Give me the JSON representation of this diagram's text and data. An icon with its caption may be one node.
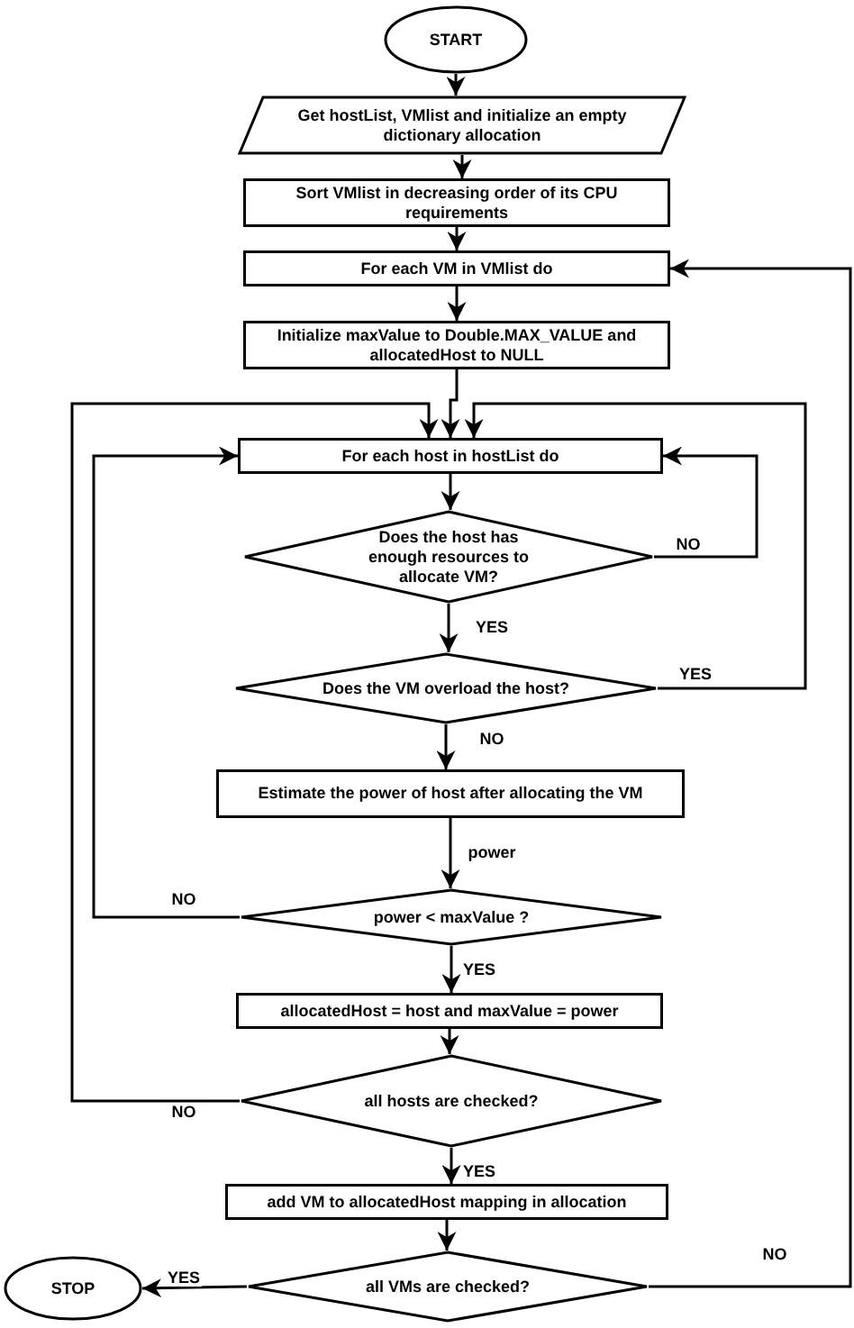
{
  "diagram": {
    "nodes": [
      {
        "text": [
          "START"
        ]
      },
      {
        "text": [
          "Get hostList, VMlist and initialize an empty dictionary allocation"
        ]
      },
      {
        "text": [
          "Sort VMlist in decreasing order of its CPU requirements"
        ]
      },
      {
        "text": [
          "For each VM in VMlist do"
        ]
      },
      {
        "text": [
          "Initialize maxValue to Double.MAX_VALUE and allocatedHost to NULL"
        ]
      },
      {
        "text": [
          "For each host in hostList do"
        ]
      },
      {
        "text": [
          "Does the host has enough resources to allocate VM?"
        ]
      },
      {
        "text": [
          "Does the VM overload the host?"
        ]
      },
      {
        "text": [
          "Estimate the power of host after allocating the VM"
        ]
      },
      {
        "text": [
          "power < maxValue ?"
        ]
      },
      {
        "text": [
          "allocatedHost = host and  maxValue = power"
        ]
      },
      {
        "text": [
          "all hosts are checked?"
        ]
      },
      {
        "text": [
          "add VM to allocatedHost mapping in allocation"
        ]
      },
      {
        "text": [
          "all VMs are checked?"
        ]
      },
      {
        "text": [
          "STOP"
        ]
      }
    ],
    "edges": [
      {
        "from": 0,
        "to": 1,
        "arrow": "to"
      },
      {
        "from": 1,
        "to": 2,
        "arrow": "to"
      },
      {
        "from": 2,
        "to": 3,
        "arrow": "to"
      },
      {
        "from": 3,
        "to": 4,
        "arrow": "to"
      },
      {
        "from": 4,
        "to": 5,
        "arrow": "to"
      },
      {
        "from": 5,
        "to": 6,
        "arrow": "to"
      },
      {
        "from": 6,
        "to": 5,
        "label": "NO",
        "arrow": "to"
      },
      {
        "from": 6,
        "to": 7,
        "label": "YES",
        "arrow": "to"
      },
      {
        "from": 7,
        "to": 5,
        "label": "YES",
        "arrow": "to"
      },
      {
        "from": 7,
        "to": 8,
        "label": "NO",
        "arrow": "to"
      },
      {
        "from": 8,
        "to": 9,
        "label": "power",
        "arrow": "to"
      },
      {
        "from": 9,
        "to": 5,
        "label": "NO",
        "arrow": "to"
      },
      {
        "from": 9,
        "to": 10,
        "label": "YES",
        "arrow": "to"
      },
      {
        "from": 10,
        "to": 11,
        "arrow": "to"
      },
      {
        "from": 11,
        "to": 5,
        "label": "NO",
        "arrow": "to"
      },
      {
        "from": 11,
        "to": 12,
        "label": "YES",
        "arrow": "to"
      },
      {
        "from": 12,
        "to": 13,
        "arrow": "to"
      },
      {
        "from": 13,
        "to": 14,
        "label": "YES",
        "arrow": "to"
      },
      {
        "from": 13,
        "to": 3,
        "label": "NO",
        "arrow": "to"
      }
    ]
  }
}
